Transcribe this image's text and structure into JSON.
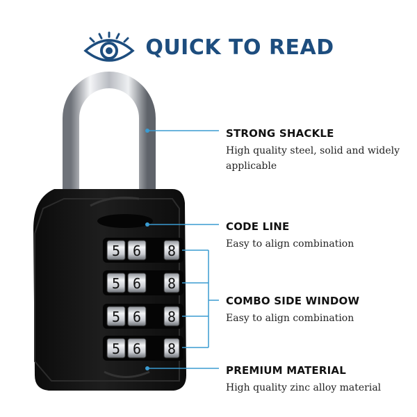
{
  "header": {
    "title": "QUICK TO READ",
    "icon": "eye-icon"
  },
  "colors": {
    "accent": "#1d4d7e",
    "leader": "#3a9bd1",
    "lock_body": "#141414"
  },
  "lock": {
    "dials": [
      {
        "digits": [
          "5",
          "6",
          "8"
        ]
      },
      {
        "digits": [
          "5",
          "6",
          "8"
        ]
      },
      {
        "digits": [
          "5",
          "6",
          "8"
        ]
      },
      {
        "digits": [
          "5",
          "6",
          "8"
        ]
      }
    ]
  },
  "features": [
    {
      "title": "STRONG SHACKLE",
      "description": "High quality steel, solid and widely applicable"
    },
    {
      "title": "CODE LINE",
      "description": "Easy to align combination"
    },
    {
      "title": "COMBO SIDE WINDOW",
      "description": "Easy to align combination"
    },
    {
      "title": "PREMIUM MATERIAL",
      "description": "High quality zinc alloy material"
    }
  ]
}
